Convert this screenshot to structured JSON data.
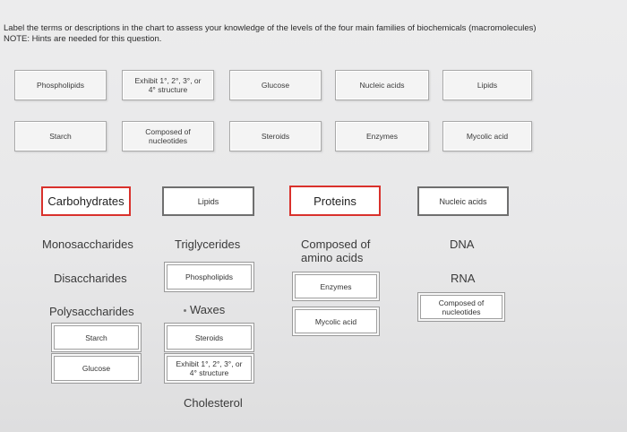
{
  "question": {
    "line1": "Label the terms or descriptions in the chart to assess your knowledge of the levels of the four main families of biochemicals (macromolecules)",
    "line2": "NOTE: Hints are needed for this question."
  },
  "bank": {
    "row1": [
      "Phospholipids",
      "Exhibit 1°, 2°, 3°, or",
      "4° structure",
      "Glucose",
      "Nucleic acids",
      "Lipids"
    ],
    "row2": [
      "Starch",
      "Composed of",
      "nucleotides",
      "Steroids",
      "Enzymes",
      "Mycolic acid"
    ]
  },
  "headers": {
    "carbs": "Carbohydrates",
    "lipids": "Lipids",
    "proteins": "Proteins",
    "nucleic": "Nucleic acids"
  },
  "columns": {
    "carbs": [
      "Monosaccharides",
      "Disaccharides",
      "Polysaccharides",
      "Starch",
      "Glucose"
    ],
    "lipids": [
      "Triglycerides",
      "Phospholipids",
      "Waxes",
      "Steroids",
      "Exhibit 1°, 2°, 3°, or",
      "4° structure",
      "Cholesterol"
    ],
    "proteins": [
      "Composed of",
      "amino acids",
      "Enzymes",
      "Mycolic acid"
    ],
    "nucleic": [
      "DNA",
      "RNA",
      "Composed of",
      "nucleotides"
    ]
  },
  "colors": {
    "highlight_border": "#d9312c",
    "box_border": "#a9a9a9"
  }
}
